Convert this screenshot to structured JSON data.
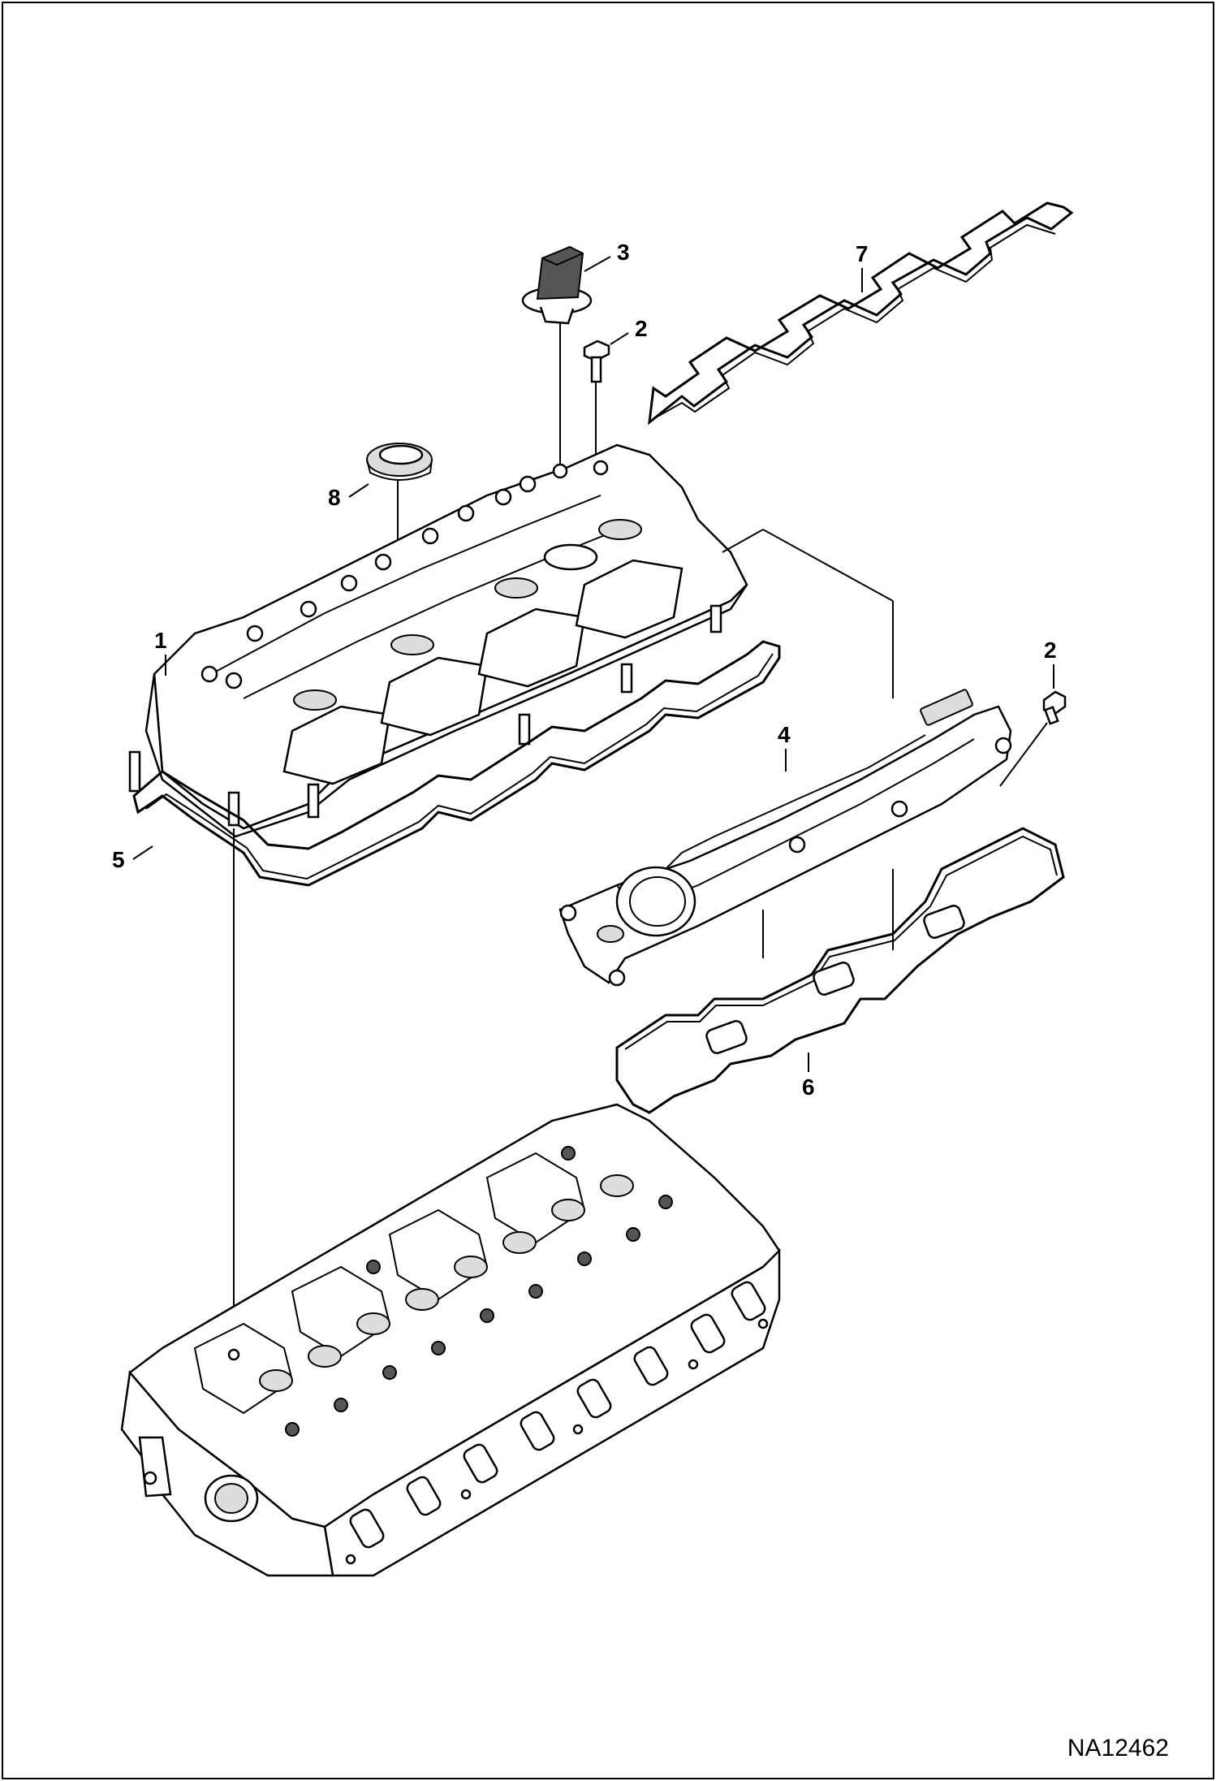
{
  "callouts": {
    "c1": "1",
    "c2a": "2",
    "c2b": "2",
    "c3": "3",
    "c4": "4",
    "c5": "5",
    "c6": "6",
    "c7": "7",
    "c8": "8"
  },
  "figure_id": "NA12462",
  "colors": {
    "line": "#000000",
    "background": "#ffffff"
  }
}
